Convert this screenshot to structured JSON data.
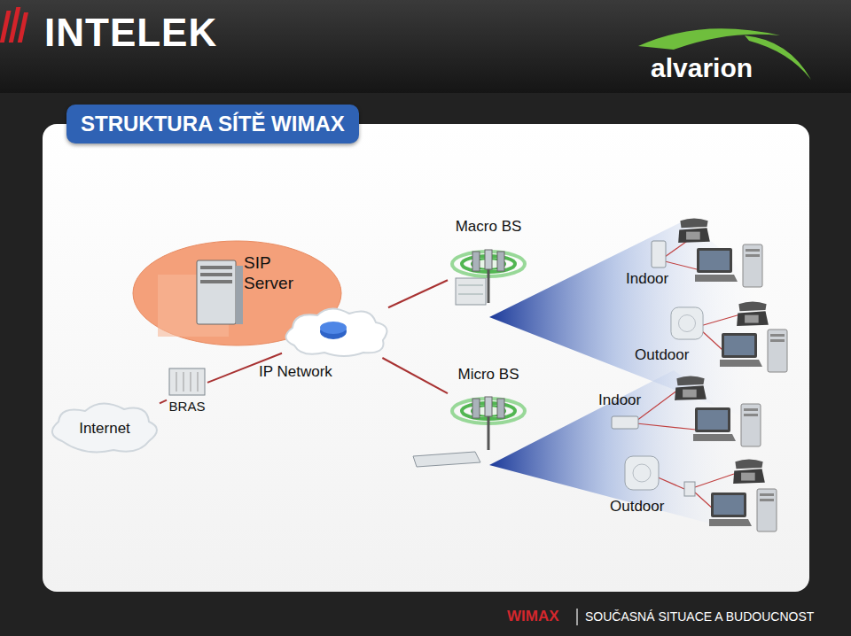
{
  "diagram": {
    "title": "STRUKTURA SÍTĚ WIMAX",
    "nodes": [
      {
        "text": [
          "SIP Server"
        ]
      },
      {
        "text": [
          "Macro BS"
        ]
      },
      {
        "text": [
          "IP Network"
        ]
      },
      {
        "text": [
          "Micro BS"
        ]
      },
      {
        "text": [
          "BRAS"
        ]
      },
      {
        "text": [
          "Internet"
        ]
      }
    ],
    "edges": [
      {
        "from": 5,
        "to": 4,
        "arrow": "none"
      },
      {
        "from": 4,
        "to": 2,
        "arrow": "none"
      },
      {
        "from": 0,
        "to": 2,
        "arrow": "none"
      },
      {
        "from": 2,
        "to": 1,
        "arrow": "none"
      },
      {
        "from": 2,
        "to": 3,
        "arrow": "none"
      }
    ],
    "labels": [
      "INTELEK",
      "alvarion",
      "Indoor",
      "Outdoor",
      "Indoor",
      "Outdoor",
      "WIMAX",
      "SOUČASNÁ SITUACE A BUDOUCNOST"
    ]
  }
}
